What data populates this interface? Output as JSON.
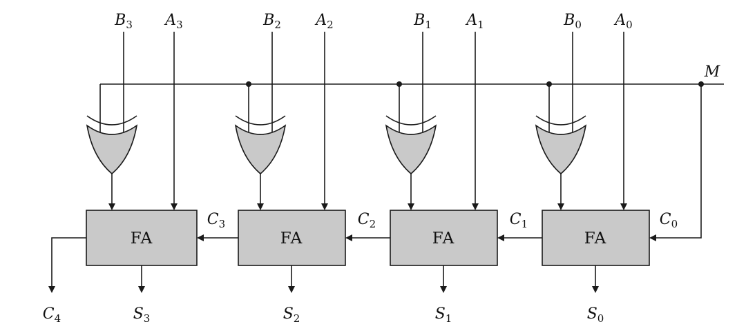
{
  "diagram": {
    "colors": {
      "background": "#ffffff",
      "line": "#1a1a1a",
      "gate_fill": "#c9c9c9"
    },
    "m_label": "M",
    "fa_label": "FA",
    "top_inputs": [
      {
        "b": {
          "base": "B",
          "sub": "3"
        },
        "a": {
          "base": "A",
          "sub": "3"
        }
      },
      {
        "b": {
          "base": "B",
          "sub": "2"
        },
        "a": {
          "base": "A",
          "sub": "2"
        }
      },
      {
        "b": {
          "base": "B",
          "sub": "1"
        },
        "a": {
          "base": "A",
          "sub": "1"
        }
      },
      {
        "b": {
          "base": "B",
          "sub": "0"
        },
        "a": {
          "base": "A",
          "sub": "0"
        }
      }
    ],
    "carries": [
      {
        "base": "C",
        "sub": "3"
      },
      {
        "base": "C",
        "sub": "2"
      },
      {
        "base": "C",
        "sub": "1"
      },
      {
        "base": "C",
        "sub": "0"
      }
    ],
    "carry_out": {
      "base": "C",
      "sub": "4"
    },
    "sums": [
      {
        "base": "S",
        "sub": "3"
      },
      {
        "base": "S",
        "sub": "2"
      },
      {
        "base": "S",
        "sub": "1"
      },
      {
        "base": "S",
        "sub": "0"
      }
    ]
  }
}
